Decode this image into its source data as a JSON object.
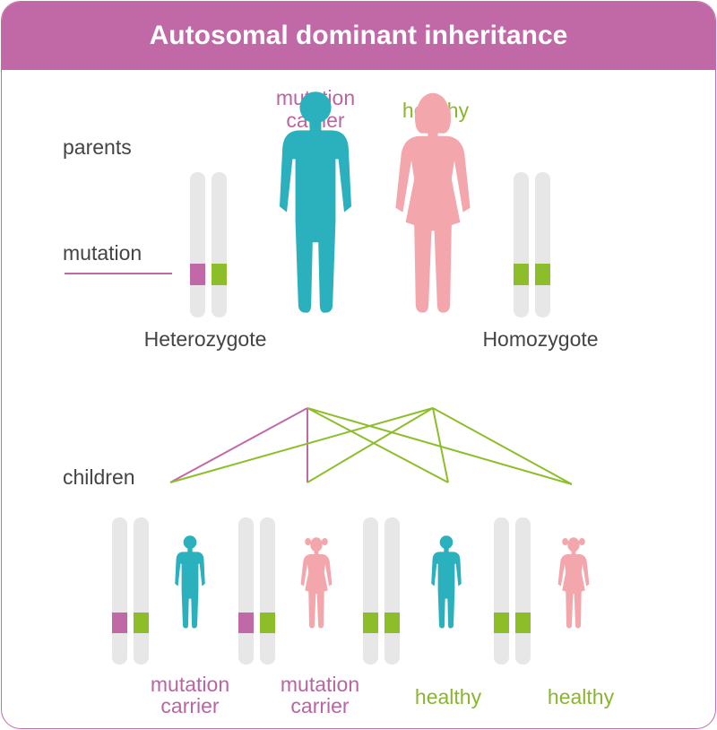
{
  "title": "Autosomal dominant inheritance",
  "labels": {
    "parents": "parents",
    "mutation": "mutation",
    "children": "children"
  },
  "parents": {
    "father": {
      "status_line1": "mutation",
      "status_line2": "carrier",
      "genotype": "Heterozygote",
      "alleles": [
        "mutation",
        "healthy"
      ]
    },
    "mother": {
      "status": "healthy",
      "genotype": "Homozygote",
      "alleles": [
        "healthy",
        "healthy"
      ]
    }
  },
  "children": [
    {
      "sex": "boy",
      "status_line1": "mutation",
      "status_line2": "carrier",
      "alleles": [
        "mutation",
        "healthy"
      ]
    },
    {
      "sex": "girl",
      "status_line1": "mutation",
      "status_line2": "carrier",
      "alleles": [
        "mutation",
        "healthy"
      ]
    },
    {
      "sex": "boy",
      "status_line1": "healthy",
      "alleles": [
        "healthy",
        "healthy"
      ]
    },
    {
      "sex": "girl",
      "status_line1": "healthy",
      "alleles": [
        "healthy",
        "healthy"
      ]
    }
  ],
  "colors": {
    "header": "#c169a6",
    "mutation": "#c169a6",
    "healthy_allele": "#8dbe2a",
    "male_figure": "#2bb0bd",
    "female_figure": "#f3a6ab",
    "chromosome": "#e7e7e7"
  }
}
